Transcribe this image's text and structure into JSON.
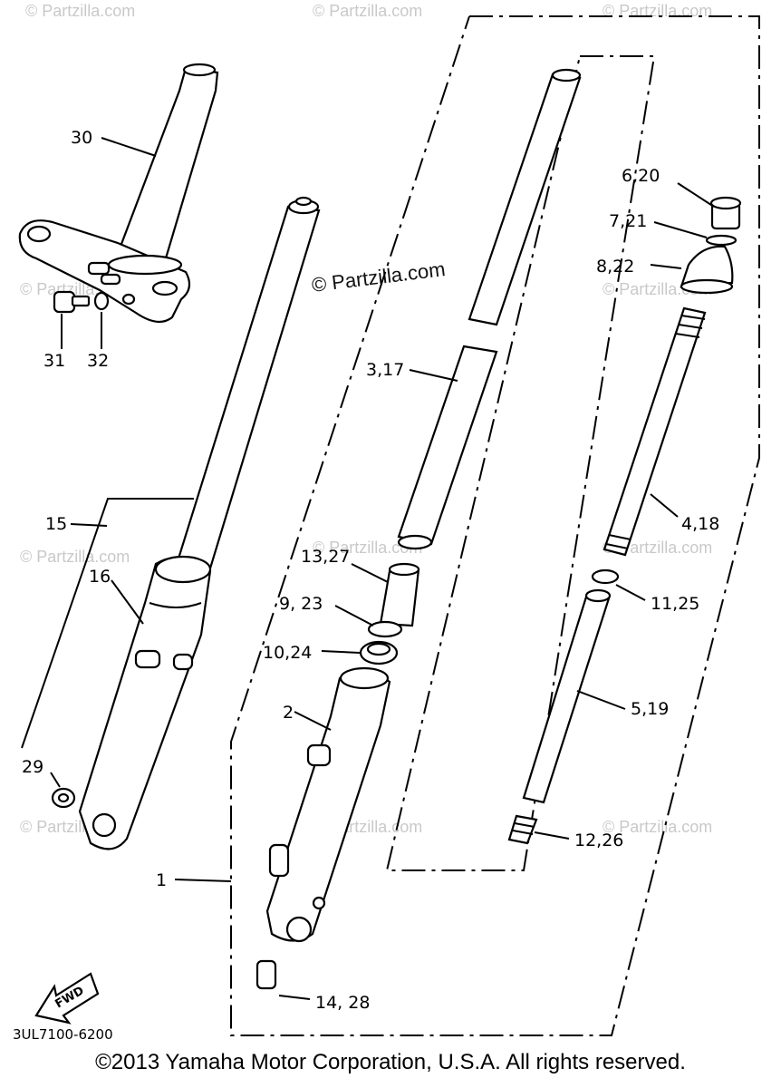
{
  "watermark": {
    "center": "© Partzilla.com",
    "faint": "© Partzilla.com"
  },
  "part_labels": {
    "p1": "1",
    "p2": "2",
    "p3_17": "3,17",
    "p4_18": "4,18",
    "p5_19": "5,19",
    "p6_20": "6,20",
    "p7_21": "7,21",
    "p8_22": "8,22",
    "p9_23": "9, 23",
    "p10_24": "10,24",
    "p11_25": "11,25",
    "p12_26": "12,26",
    "p13_27": "13,27",
    "p14_28": "14, 28",
    "p15": "15",
    "p16": "16",
    "p29": "29",
    "p30": "30",
    "p31": "31",
    "p32": "32"
  },
  "fwd_label": "FWD",
  "diagram_code": "3UL7100-6200",
  "copyright": "©2013 Yamaha Motor Corporation, U.S.A. All rights reserved."
}
